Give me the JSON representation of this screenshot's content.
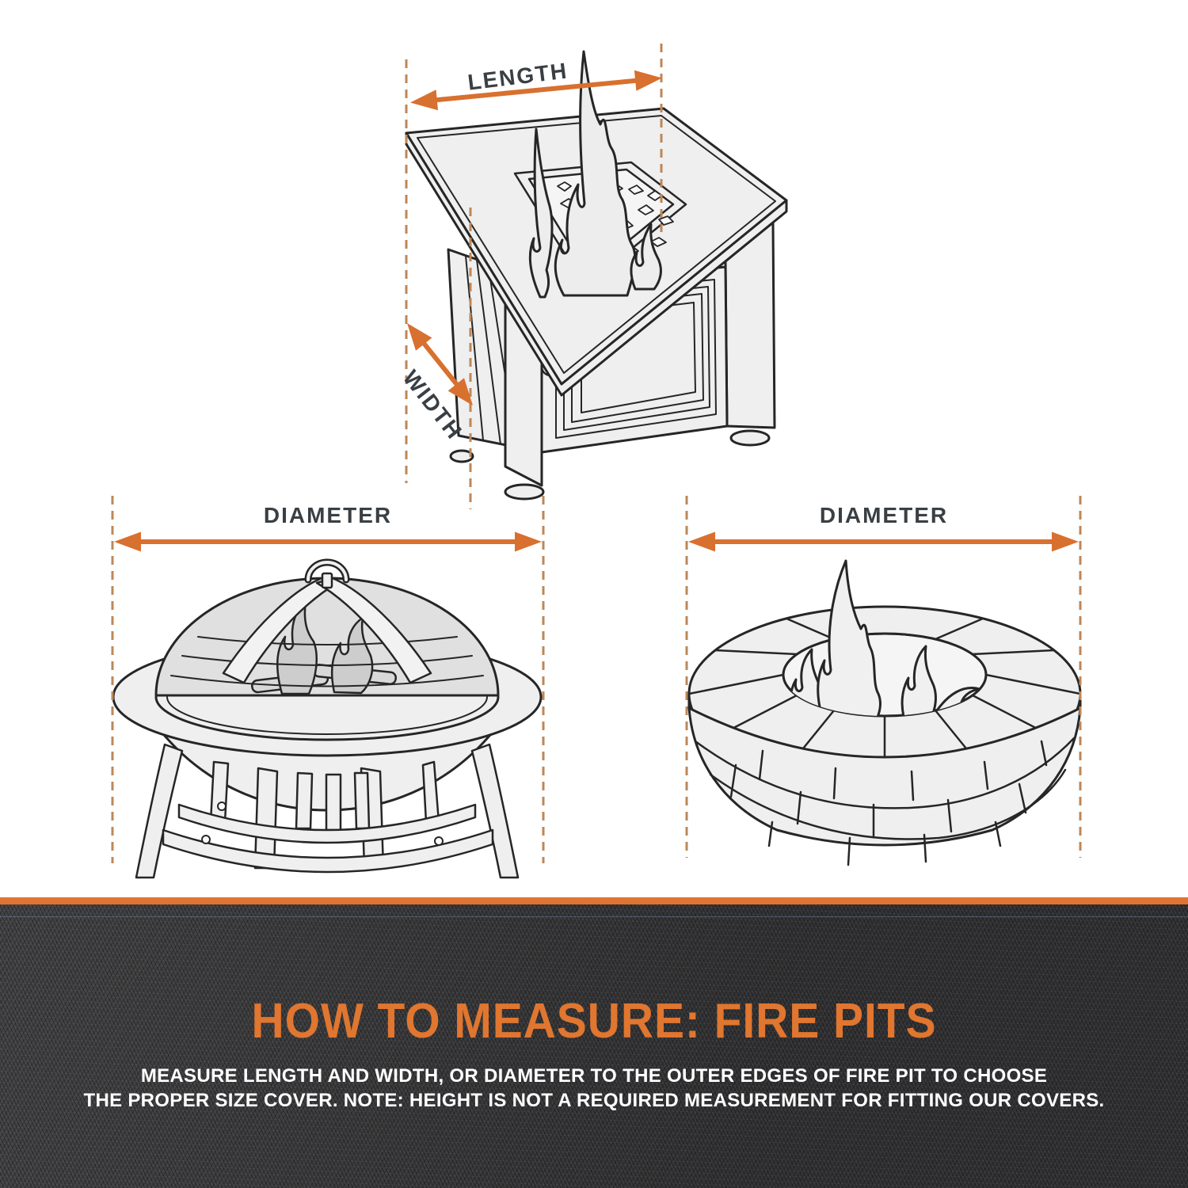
{
  "colors": {
    "background": "#ffffff",
    "arrow_orange": "#D8702F",
    "dash_orange": "#BE8757",
    "label_gray": "#3A3F44",
    "line_dark": "#262626",
    "drawing_fill": "#EFEFEF",
    "mesh_fill": "#E0E0E0",
    "banner_stripe": "#DF7433",
    "banner_background": "#3B3B3D",
    "banner_title_orange": "#E0762F",
    "banner_text_white": "#FFFFFF"
  },
  "diagrams": {
    "square_table": {
      "length_label": "LENGTH",
      "width_label": "WIDTH"
    },
    "round_bowl": {
      "diameter_label": "DIAMETER"
    },
    "stone_ring": {
      "diameter_label": "DIAMETER"
    }
  },
  "banner": {
    "title": "HOW TO MEASURE: FIRE PITS",
    "line1": "MEASURE LENGTH AND WIDTH, OR DIAMETER TO THE OUTER EDGES OF FIRE PIT TO CHOOSE",
    "line2": "THE PROPER SIZE COVER. NOTE: HEIGHT IS NOT A REQUIRED MEASUREMENT FOR FITTING OUR COVERS."
  }
}
